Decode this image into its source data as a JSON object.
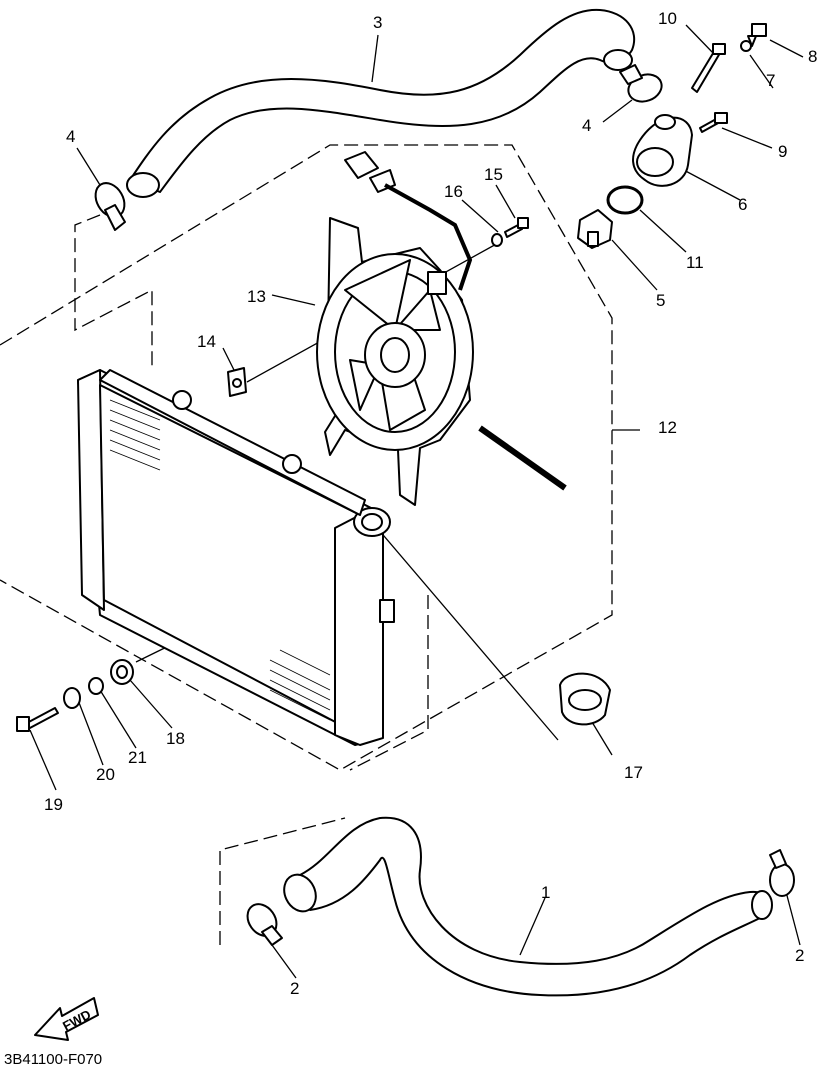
{
  "diagram": {
    "footer_code": "3B41100-F070",
    "fwd_label": "FWD",
    "callouts": [
      {
        "id": "c1",
        "text": "1"
      },
      {
        "id": "c2a",
        "text": "2"
      },
      {
        "id": "c2b",
        "text": "2"
      },
      {
        "id": "c3",
        "text": "3"
      },
      {
        "id": "c4a",
        "text": "4"
      },
      {
        "id": "c4b",
        "text": "4"
      },
      {
        "id": "c5",
        "text": "5"
      },
      {
        "id": "c6",
        "text": "6"
      },
      {
        "id": "c7",
        "text": "7"
      },
      {
        "id": "c8",
        "text": "8"
      },
      {
        "id": "c9",
        "text": "9"
      },
      {
        "id": "c10",
        "text": "10"
      },
      {
        "id": "c11",
        "text": "11"
      },
      {
        "id": "c12",
        "text": "12"
      },
      {
        "id": "c13",
        "text": "13"
      },
      {
        "id": "c14",
        "text": "14"
      },
      {
        "id": "c15",
        "text": "15"
      },
      {
        "id": "c16",
        "text": "16"
      },
      {
        "id": "c17",
        "text": "17"
      },
      {
        "id": "c18",
        "text": "18"
      },
      {
        "id": "c19",
        "text": "19"
      },
      {
        "id": "c20",
        "text": "20"
      },
      {
        "id": "c21",
        "text": "21"
      }
    ]
  }
}
